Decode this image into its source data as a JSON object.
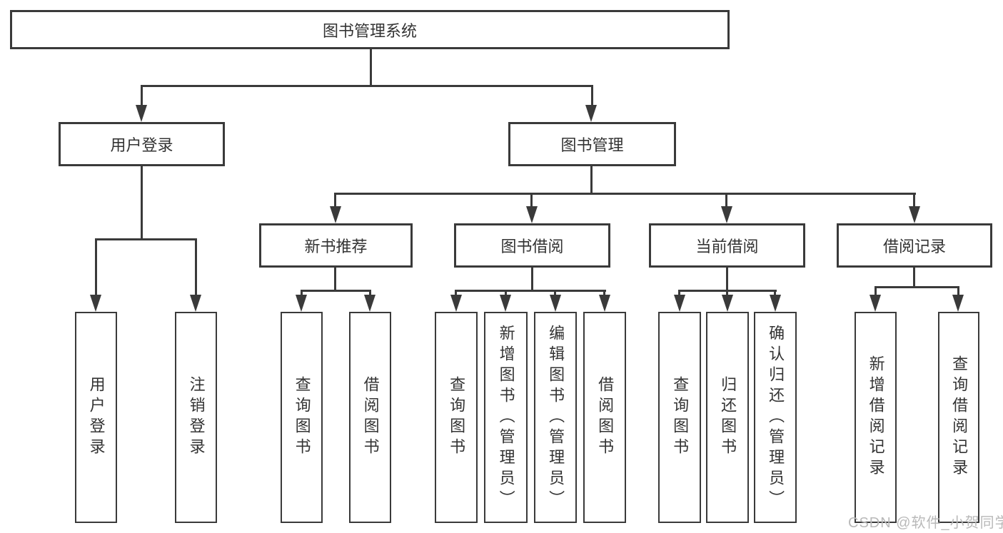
{
  "colors": {
    "line": "#3a3a3a",
    "text": "#333333",
    "background": "#ffffff",
    "watermark_text_color": "#b9b9b9"
  },
  "diagram": {
    "root": {
      "label": "图书管理系统"
    },
    "branches": [
      {
        "label": "用户登录",
        "children": [
          "用户登录",
          "注销登录"
        ]
      },
      {
        "label": "图书管理",
        "children": [
          {
            "label": "新书推荐",
            "children": [
              "查询图书",
              "借阅图书"
            ]
          },
          {
            "label": "图书借阅",
            "children": [
              "查询图书",
              "新增图书（管理员）",
              "编辑图书（管理员）",
              "借阅图书"
            ]
          },
          {
            "label": "当前借阅",
            "children": [
              "查询图书",
              "归还图书",
              "确认归还（管理员）"
            ]
          },
          {
            "label": "借阅记录",
            "children": [
              "新增借阅记录",
              "查询借阅记录"
            ]
          }
        ]
      }
    ]
  },
  "watermark": {
    "text": "CSDN @软件_小贺同学"
  }
}
